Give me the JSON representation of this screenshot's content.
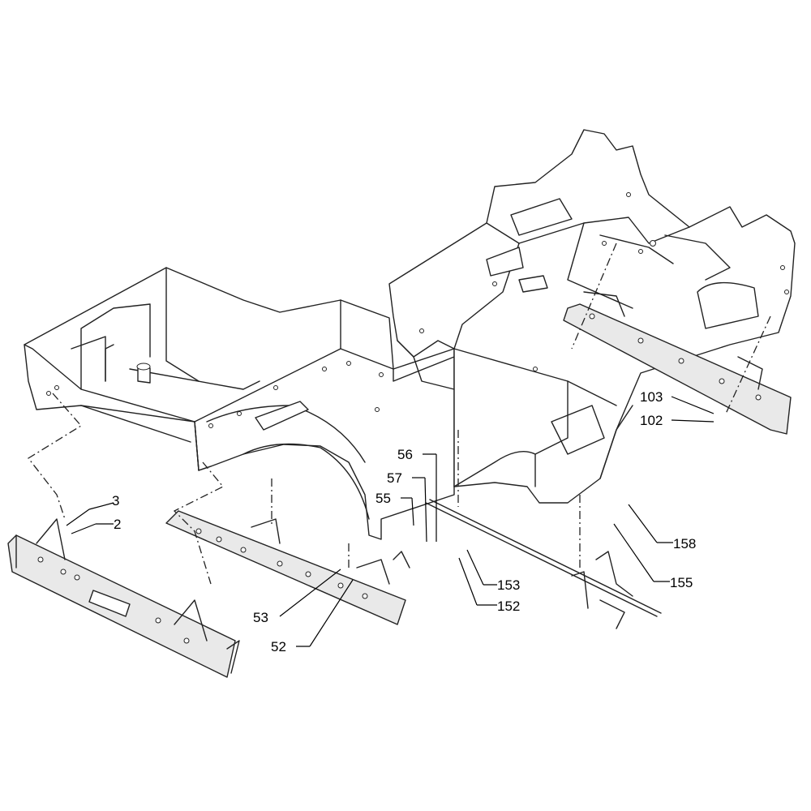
{
  "callouts": [
    {
      "id": "c3",
      "text": "3"
    },
    {
      "id": "c2",
      "text": "2"
    },
    {
      "id": "c53",
      "text": "53"
    },
    {
      "id": "c52",
      "text": "52"
    },
    {
      "id": "c56",
      "text": "56"
    },
    {
      "id": "c57",
      "text": "57"
    },
    {
      "id": "c55",
      "text": "55"
    },
    {
      "id": "c153",
      "text": "153"
    },
    {
      "id": "c152",
      "text": "152"
    },
    {
      "id": "c103",
      "text": "103"
    },
    {
      "id": "c102",
      "text": "102"
    },
    {
      "id": "c158",
      "text": "158"
    },
    {
      "id": "c155",
      "text": "155"
    }
  ]
}
